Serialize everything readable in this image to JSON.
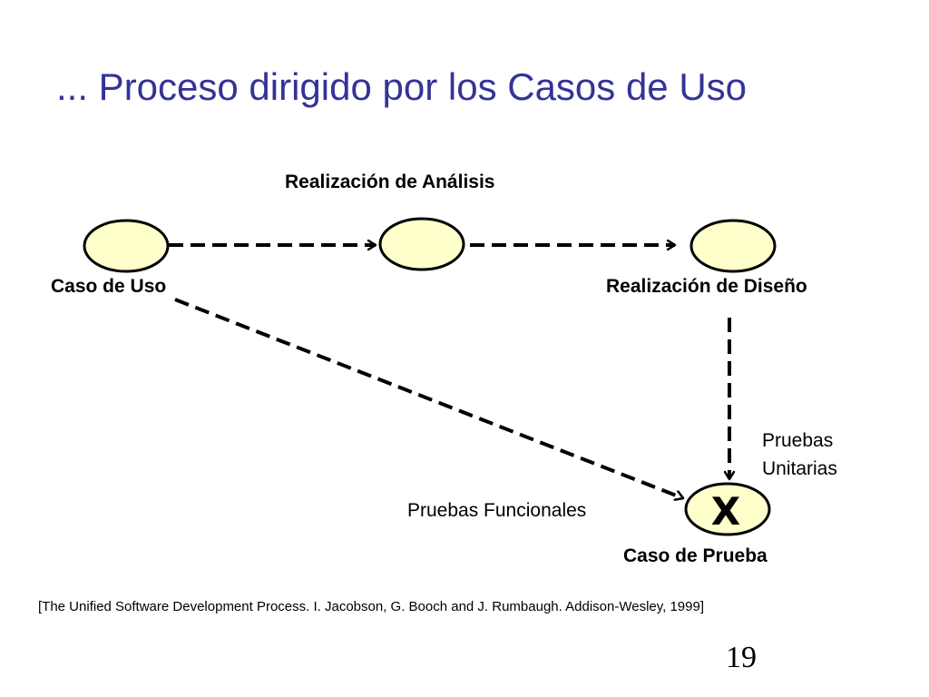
{
  "slide": {
    "title": "... Proceso dirigido por los Casos de Uso",
    "citation": "[The Unified Software Development Process. I. Jacobson, G. Booch and J. Rumbaugh. Addison-Wesley, 1999]",
    "page_number": "19"
  },
  "diagram": {
    "colors": {
      "node_fill": "#ffffcc",
      "stroke": "#000000",
      "title": "#333399"
    },
    "labels": {
      "analysis_realization": "Realización de Análisis",
      "use_case": "Caso de Uso",
      "design_realization": "Realización de Diseño",
      "unit_tests_line1": "Pruebas",
      "unit_tests_line2": "Unitarias",
      "functional_tests": "Pruebas Funcionales",
      "test_case": "Caso de Prueba",
      "test_case_mark": "X"
    }
  }
}
